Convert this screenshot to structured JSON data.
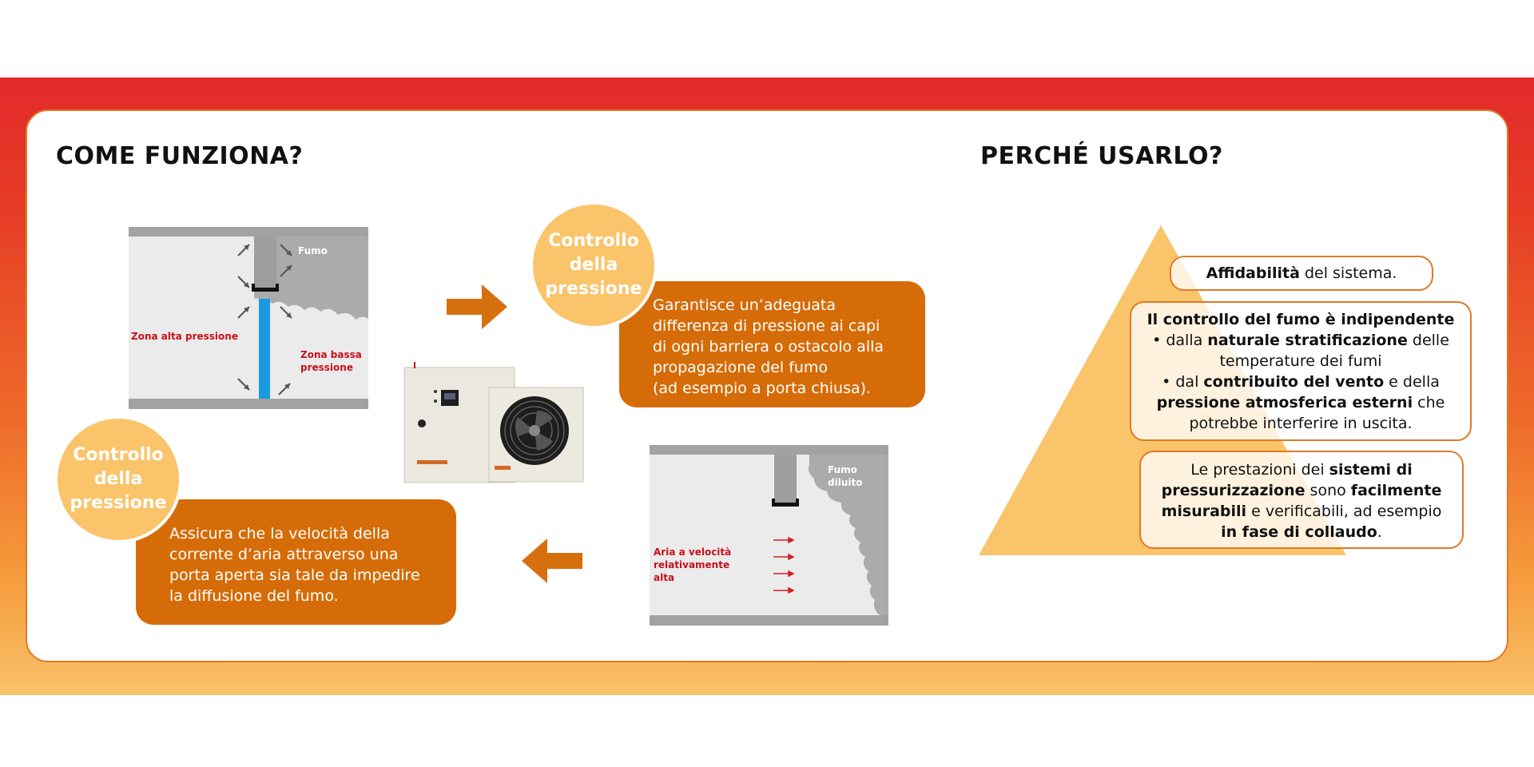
{
  "left_section": {
    "title": "COME FUNZIONA?",
    "circle_label": "Controllo\ndella\npressione",
    "box_top_text": "Garantisce un’adeguata\ndifferenza di pressione ai capi\ndi ogni barriera o ostacolo alla\npropagazione del fumo\n(ad esempio a porta chiusa).",
    "box_bottom_text": "Assicura che la velocità della\ncorrente d’aria attraverso una\nporta aperta sia tale da impedire\nla diffusione del fumo.",
    "diagram_closed": {
      "smoke_label": "Fumo",
      "high_pressure_label": "Zona alta pressione",
      "low_pressure_label_1": "Zona bassa",
      "low_pressure_label_2": "pressione"
    },
    "diagram_open": {
      "smoke_label_1": "Fumo",
      "smoke_label_2": "diluito",
      "air_label_1": "Aria a velocità",
      "air_label_2": "relativamente",
      "air_label_3": "alta"
    }
  },
  "right_section": {
    "title": "PERCHÉ USARLO?",
    "box1": {
      "bold": "Affidabilità",
      "rest": " del sistema."
    },
    "box2": {
      "heading": "Il controllo del fumo è indipendente",
      "item1": {
        "t1": "dalla ",
        "b1": "naturale stratificazione",
        "t2": " delle temperature dei fumi"
      },
      "item2": {
        "t1": "dal ",
        "b1": "contribuito del vento",
        "t2": " e della ",
        "b2": "pressione atmosferica esterni",
        "t3": " che potrebbe interferire in uscita."
      }
    },
    "box3": {
      "t1": "Le prestazioni dei ",
      "b1": "sistemi di pressurizzazione",
      "t2": " sono ",
      "b2": "facilmente misurabili",
      "t3": " e verificabili, ad esempio ",
      "b3": "in fase di collaudo",
      "t4": "."
    }
  },
  "colors": {
    "orange_box": "#d56c08",
    "circle": "#fac46a",
    "arrow": "#d6700e",
    "pyramid": "#f9c46a",
    "red_label": "#c8101a",
    "air_blue": "#1a9be0"
  },
  "icons": {
    "arrow_right": "arrow-right-icon",
    "arrow_left": "arrow-left-icon",
    "fan": "fan-icon"
  }
}
